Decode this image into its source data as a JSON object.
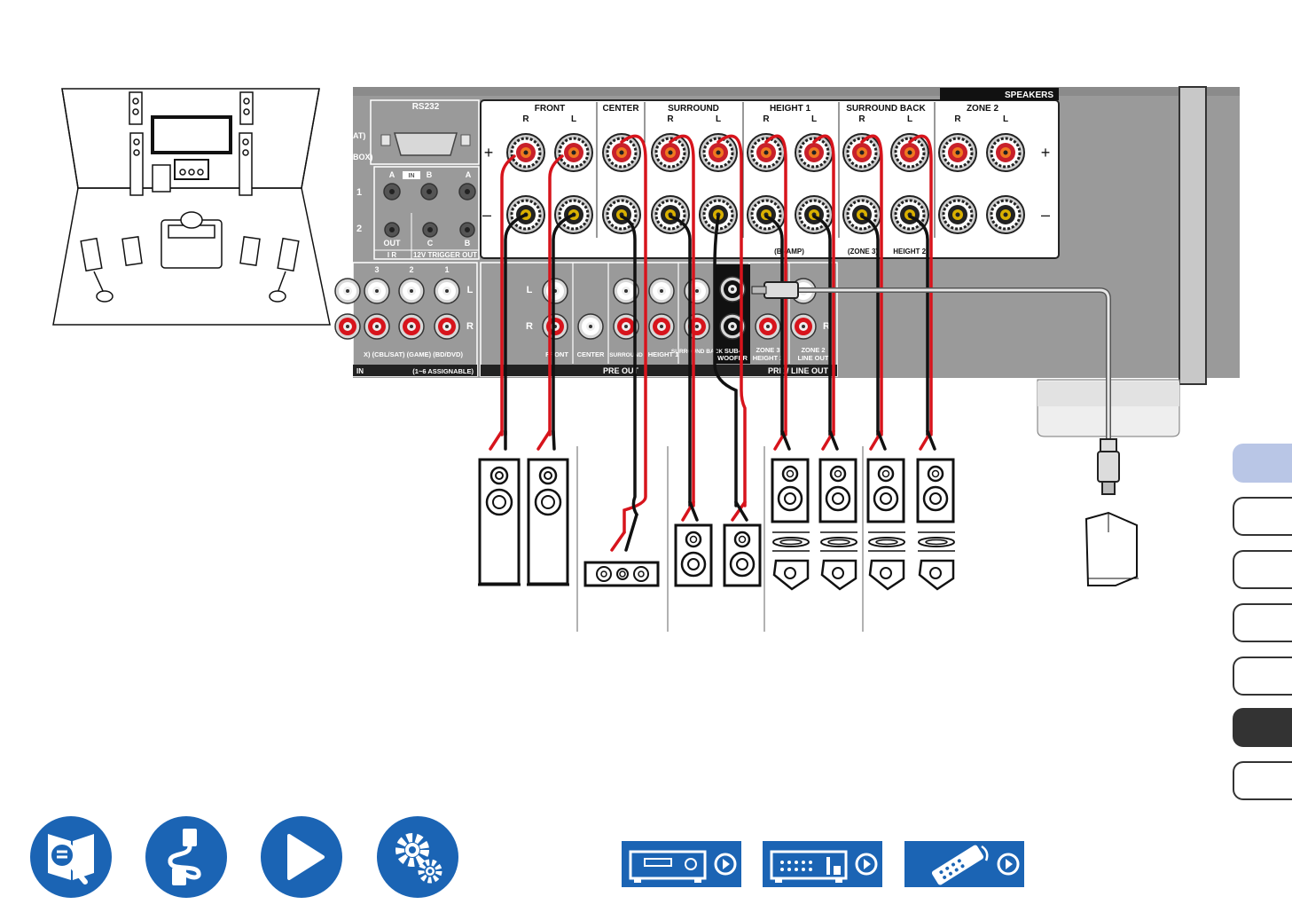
{
  "colors": {
    "accent_blue": "#1b64b4",
    "wire_red": "#d7141c",
    "wire_black": "#111111",
    "panel_grey": "#9a9a9a",
    "tab_light": "#b9c6e6",
    "tab_dark": "#333333"
  },
  "panel": {
    "speakers_title": "SPEAKERS",
    "rs232": "RS232",
    "plus": "+",
    "minus": "–",
    "groups": [
      {
        "title": "FRONT",
        "r": "R",
        "l": "L"
      },
      {
        "title": "CENTER"
      },
      {
        "title": "SURROUND",
        "r": "R",
        "l": "L"
      },
      {
        "title": "HEIGHT 1",
        "r": "R",
        "l": "L"
      },
      {
        "title": "SURROUND BACK",
        "r": "R",
        "l": "L"
      },
      {
        "title": "ZONE 2",
        "r": "R",
        "l": "L"
      }
    ],
    "sub_notes": [
      "(Bi-AMP)",
      "(ZONE 3)",
      "HEIGHT 2)"
    ],
    "left_labels": [
      "AT)",
      "BOX)",
      "1",
      "2"
    ],
    "ir": {
      "a": "A",
      "in": "IN",
      "b": "B",
      "a2": "A",
      "out": "OUT",
      "c": "C",
      "b2": "B",
      "ir_label": "I R",
      "trigger": "12V TRIGGER OUT"
    },
    "audio_in": {
      "nums": [
        "3",
        "2",
        "1"
      ],
      "l": "L",
      "r": "R",
      "sources": "X) (CBL/SAT) (GAME) (BD/DVD)",
      "in": "IN",
      "assign": "(1~6 ASSIGNABLE)"
    },
    "pre_out": {
      "l": "L",
      "r": "R",
      "front": "FRONT",
      "center": "CENTER",
      "surround": "SURROUND",
      "height1": "HEIGHT 1",
      "surr_back": "SURROUND BACK",
      "subwoofer_a": "SUB-",
      "subwoofer_b": "WOOFER",
      "zone3": "ZONE 3",
      "height2": "HEIGHT 2",
      "zone2": "ZONE 2",
      "line_out": "LINE OUT",
      "pre_out": "PRE OUT",
      "pre_line_out": "PRE / LINE OUT",
      "r2": "R"
    }
  }
}
